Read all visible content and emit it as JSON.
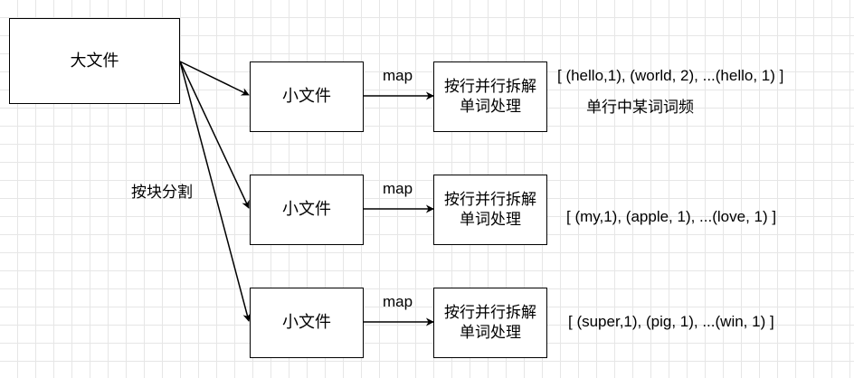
{
  "diagram": {
    "source": {
      "label": "大文件"
    },
    "split_label": "按块分割",
    "map_label": "map",
    "rows": [
      {
        "chunk": "小文件",
        "process": "按行并行拆解单词处理",
        "result": "[ (hello,1), (world, 2), ...(hello, 1) ]",
        "note": "单行中某词词频"
      },
      {
        "chunk": "小文件",
        "process": "按行并行拆解单词处理",
        "result": "[ (my,1), (apple, 1), ...(love, 1) ]",
        "note": ""
      },
      {
        "chunk": "小文件",
        "process": "按行并行拆解单词处理",
        "result": "[ (super,1), (pig, 1), ...(win, 1) ]",
        "note": ""
      }
    ]
  },
  "colors": {
    "stroke": "#000000",
    "grid": "#e6e6e6",
    "background": "#ffffff"
  }
}
